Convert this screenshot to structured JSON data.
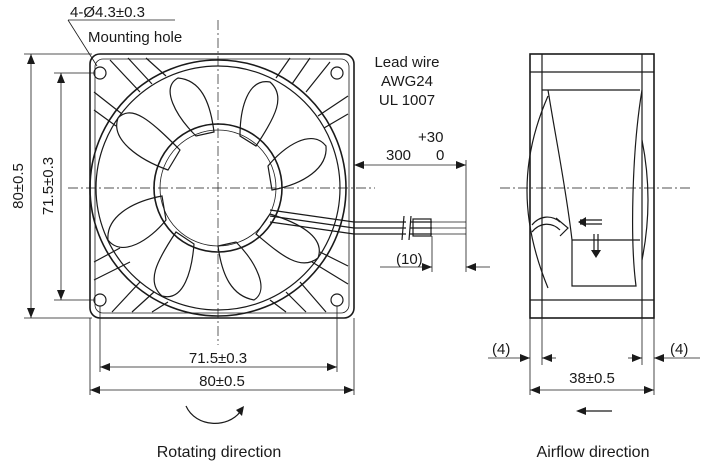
{
  "labels": {
    "mounting_spec": "4-Ø4.3±0.3",
    "mounting_hole": "Mounting hole",
    "lead_wire_line1": "Lead wire",
    "lead_wire_line2": "AWG24",
    "lead_wire_line3": "UL 1007",
    "wire_tol_plus": "+30",
    "wire_length": "300",
    "wire_tol_zero": "0",
    "strip_length": "(10)",
    "height_outer": "80±0.5",
    "height_holes": "71.5±0.3",
    "width_holes": "71.5±0.3",
    "width_outer": "80±0.5",
    "flange_left": "(4)",
    "flange_right": "(4)",
    "depth": "38±0.5",
    "rotating_direction": "Rotating direction",
    "airflow_direction": "Airflow direction"
  }
}
